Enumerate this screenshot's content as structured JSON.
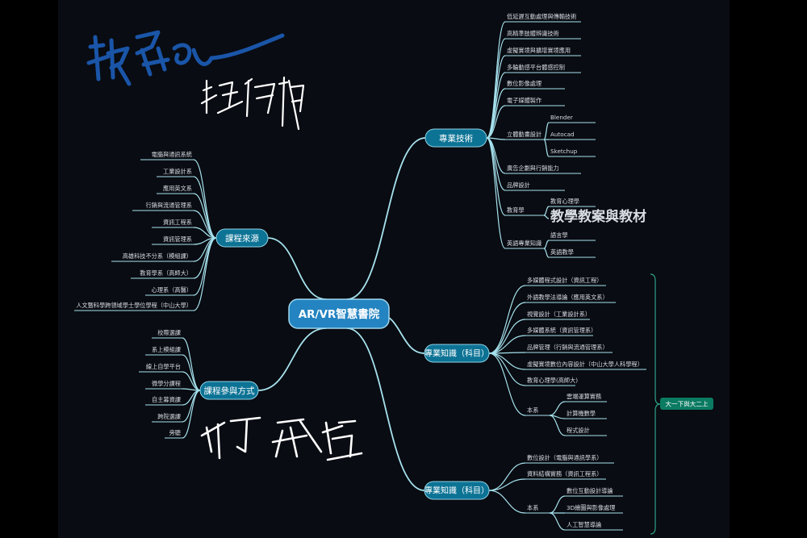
{
  "center": {
    "label": "AR/VR智慧書院"
  },
  "branches": [
    {
      "id": "tech",
      "label": "專業技術",
      "children": [
        {
          "label": "低延遲互動處理與傳輸技術"
        },
        {
          "label": "高精準肢體辨識技術"
        },
        {
          "label": "虛擬實境與擴增實境應用"
        },
        {
          "label": "多輪動感平台體感控制"
        },
        {
          "label": "數位影像處理"
        },
        {
          "label": "電子媒體製作"
        },
        {
          "label": "立體動畫設計",
          "children": [
            {
              "label": "Blender"
            },
            {
              "label": "Autocad"
            },
            {
              "label": "Sketchup"
            }
          ]
        },
        {
          "label": "廣告企劃與行銷能力"
        },
        {
          "label": "品牌設計"
        },
        {
          "label": "教育學",
          "children": [
            {
              "label": "教育心理學"
            },
            {
              "label": "教學教案與教材"
            }
          ]
        },
        {
          "label": "英語專業知識",
          "children": [
            {
              "label": "語言學"
            },
            {
              "label": "英語教學"
            }
          ]
        }
      ]
    },
    {
      "id": "knowledge1",
      "label": "專業知識（科目）",
      "children": [
        {
          "label": "多媒體程式設計（資訊工程）"
        },
        {
          "label": "外語教學法導論（應用英文系）"
        },
        {
          "label": "視覺設計（工業設計系）"
        },
        {
          "label": "多媒體系統（資訊管理系）"
        },
        {
          "label": "品牌管理（行銷與流通管理系）"
        },
        {
          "label": "虛擬實境數位內容設計（中山大學人科學程）"
        },
        {
          "label": "教育心理學(高師大)"
        },
        {
          "label": "本系",
          "children": [
            {
              "label": "雲端運算實務"
            },
            {
              "label": "計算機數學"
            },
            {
              "label": "程式設計"
            }
          ]
        }
      ]
    },
    {
      "id": "knowledge2",
      "label": "專業知識（科目）",
      "children": [
        {
          "label": "數位設計（電腦與通訊學系）"
        },
        {
          "label": "資料結構實務（資訊工程系）"
        },
        {
          "label": "本系",
          "children": [
            {
              "label": "數位互動設計導論"
            },
            {
              "label": "3D繪圖與影像處理"
            },
            {
              "label": "人工智慧導論"
            }
          ]
        }
      ]
    },
    {
      "id": "source",
      "label": "課程來源",
      "children": [
        {
          "label": "電腦與通訊系統"
        },
        {
          "label": "工業設計系"
        },
        {
          "label": "應用英文系"
        },
        {
          "label": "行銷與流通管理系"
        },
        {
          "label": "資訊工程系"
        },
        {
          "label": "資訊管理系"
        },
        {
          "label": "高雄科技不分系（模組課）"
        },
        {
          "label": "教育學系（高師大）"
        },
        {
          "label": "心理系（高醫）"
        },
        {
          "label": "人文暨科學跨領域學士學位學程（中山大學）"
        }
      ]
    },
    {
      "id": "participation",
      "label": "課程參與方式",
      "children": [
        {
          "label": "校際選課"
        },
        {
          "label": "系上模組課"
        },
        {
          "label": "線上自學平台"
        },
        {
          "label": "微學分課程"
        },
        {
          "label": "自主募資課"
        },
        {
          "label": "跨院選課"
        },
        {
          "label": "旁聽"
        }
      ]
    }
  ],
  "bracket": {
    "label": "大一下與大二上"
  },
  "annotations": {
    "handwriting_top_left": "",
    "handwriting_top_middle": "",
    "handwriting_bottom": ""
  },
  "colors": {
    "background": "#090c12",
    "outer": "#000000",
    "pill": "#0c7395",
    "pill_border": "#8fd2e6",
    "center_pill": "#2384c1",
    "line": "#a6e2ee",
    "bracket_badge": "#0b7b62",
    "ink_blue": "#1a55a8",
    "ink_white": "#ffffff"
  }
}
